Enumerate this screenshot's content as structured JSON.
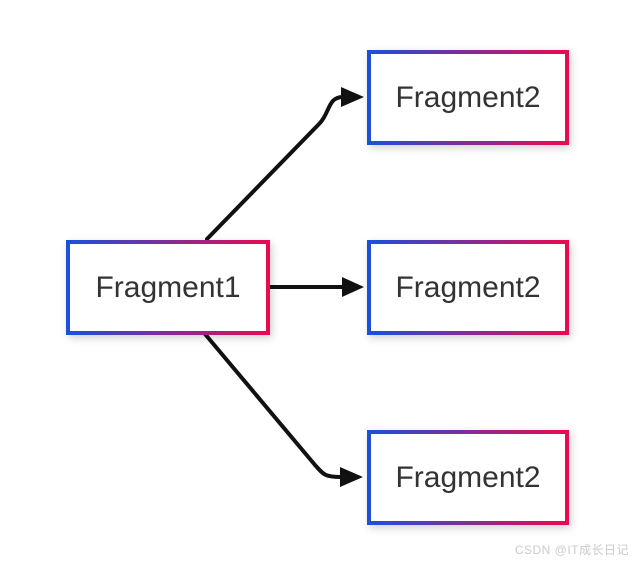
{
  "diagram": {
    "nodes": [
      {
        "id": "fragment1",
        "label": "Fragment1"
      },
      {
        "id": "fragment2-top",
        "label": "Fragment2"
      },
      {
        "id": "fragment2-middle",
        "label": "Fragment2"
      },
      {
        "id": "fragment2-bottom",
        "label": "Fragment2"
      }
    ],
    "edges": [
      {
        "from": "fragment1",
        "to": "fragment2-top"
      },
      {
        "from": "fragment1",
        "to": "fragment2-middle"
      },
      {
        "from": "fragment1",
        "to": "fragment2-bottom"
      }
    ],
    "colors": {
      "border_start": "#1b4fdc",
      "border_end": "#ea0a51",
      "arrow": "#111111",
      "label_text": "#333333"
    }
  },
  "watermark": {
    "text": "CSDN @IT成长日记",
    "color": "#cbcbcb"
  }
}
